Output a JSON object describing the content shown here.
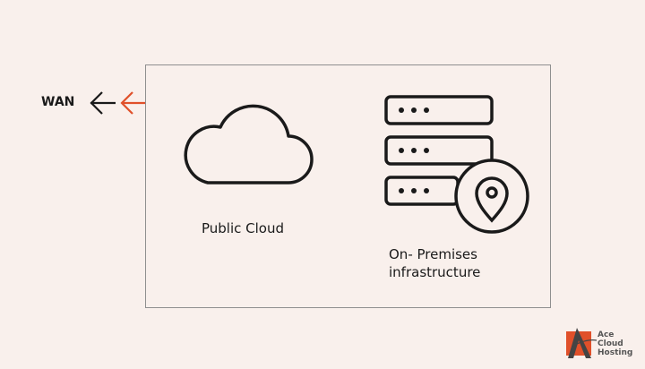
{
  "wan_label": "WAN",
  "public_cloud_label": "Public Cloud",
  "on_prem_label_line1": "On- Premises",
  "on_prem_label_line2": "infrastructure",
  "logo": {
    "line1": "Ace",
    "line2": "Cloud",
    "line3": "Hosting"
  },
  "colors": {
    "accent": "#e0502a",
    "stroke": "#1a1a1a",
    "background": "#f9f0ec"
  }
}
